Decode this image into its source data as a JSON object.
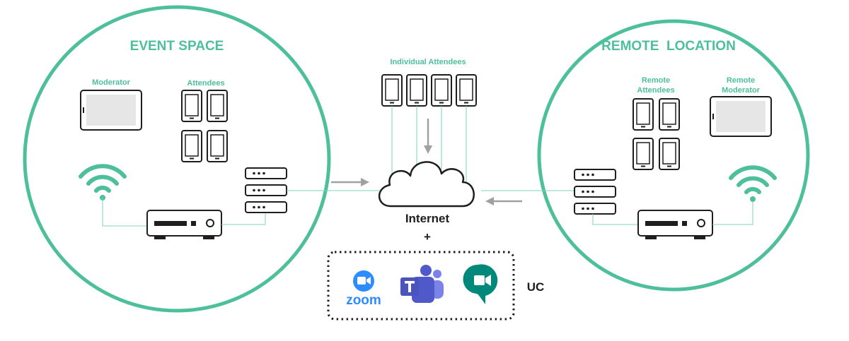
{
  "event_space": {
    "title": "EVENT SPACE",
    "moderator_label": "Moderator",
    "attendees_label": "Attendees"
  },
  "remote_location": {
    "title": "REMOTE  LOCATION",
    "attendees_label_line1": "Remote",
    "attendees_label_line2": "Attendees",
    "moderator_label_line1": "Remote",
    "moderator_label_line2": "Moderator"
  },
  "center": {
    "individual_label": "Individual Attendees",
    "internet_label": "Internet",
    "plus_label": "+",
    "uc_label": "UC",
    "zoom_label": "zoom"
  },
  "colors": {
    "accent": "#4dbf9b",
    "arrow": "#a0a0a0",
    "zoom": "#2d8cff",
    "teams": "#5059c9",
    "meet": "#00897b"
  }
}
